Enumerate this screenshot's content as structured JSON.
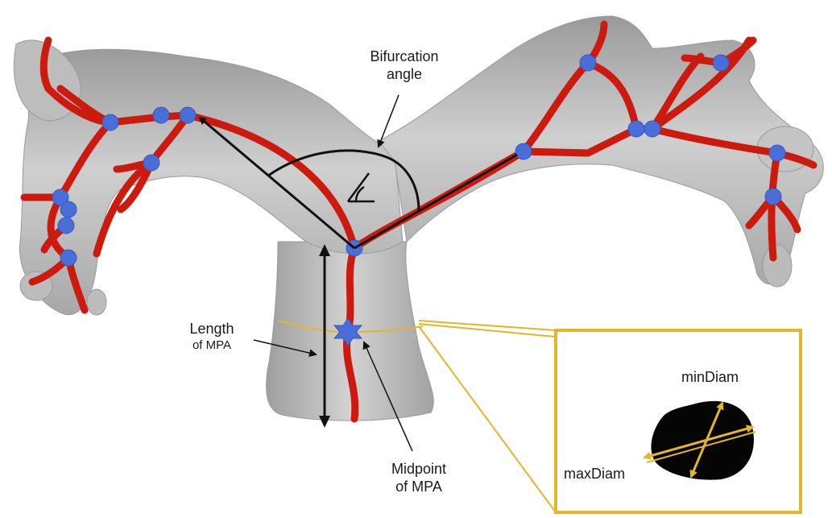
{
  "labels": {
    "bifurcation": {
      "line1": "Bifurcation",
      "line2": "angle"
    },
    "length": {
      "line1": "Length",
      "line2": "of MPA"
    },
    "midpoint": {
      "line1": "Midpoint",
      "line2": "of MPA"
    },
    "min_diam": "minDiam",
    "max_diam": "maxDiam"
  },
  "colors": {
    "vessel": "#c9c9c9",
    "centerline": "#cc1a0e",
    "nodes": "#4a6ed8",
    "inset_border": "#e3b52a",
    "arrows": "#111111"
  },
  "icons": {
    "angle_symbol": "angle-symbol-icon",
    "midpoint_marker": "star-marker-icon"
  }
}
